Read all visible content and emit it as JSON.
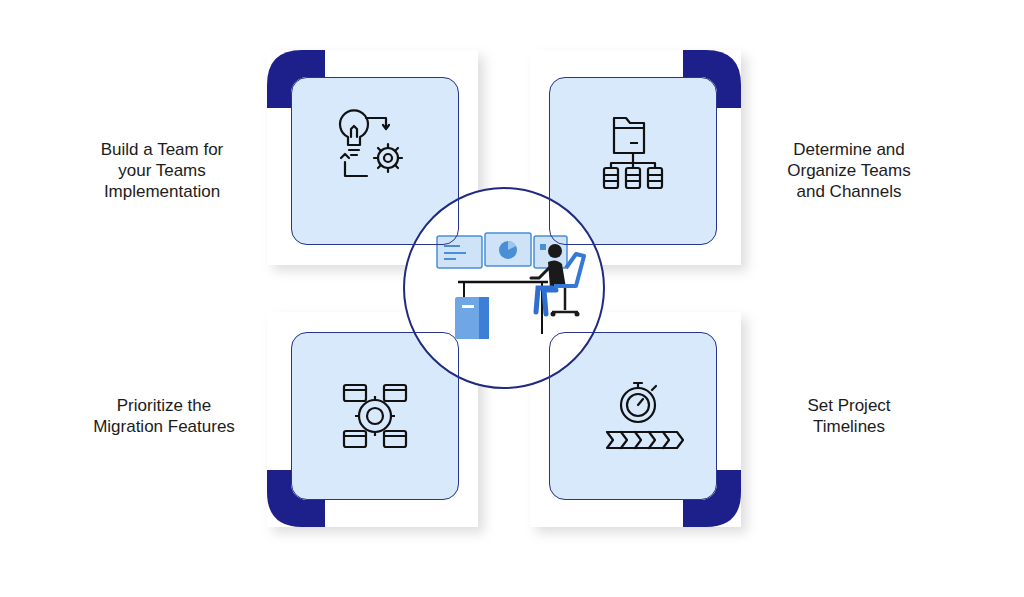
{
  "diagram": {
    "nodes": [
      {
        "text": [
          "Build a Team for your Teams Implementation"
        ]
      },
      {
        "text": [
          "Determine and Organize Teams and Channels"
        ]
      },
      {
        "text": [
          "Prioritize the Migration Features"
        ]
      },
      {
        "text": [
          "Set Project Timelines"
        ]
      }
    ]
  }
}
